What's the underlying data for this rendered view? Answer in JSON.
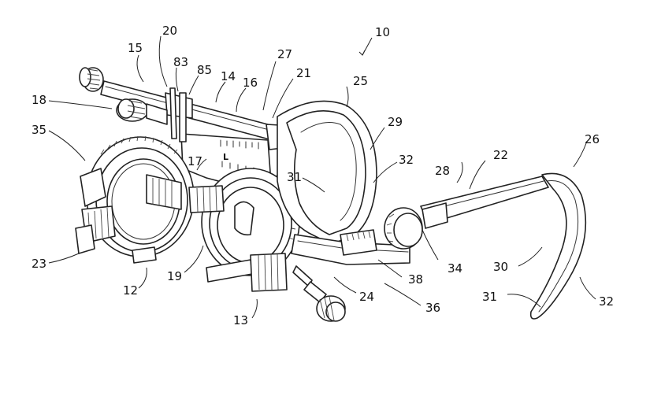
{
  "figure": {
    "reference_numerals": {
      "r10": "10",
      "r12": "12",
      "r13": "13",
      "r14": "14",
      "r15": "15",
      "r16": "16",
      "r17": "17",
      "r18": "18",
      "r19": "19",
      "r20": "20",
      "r21": "21",
      "r22": "22",
      "r23": "23",
      "r24": "24",
      "r25": "25",
      "r26": "26",
      "r27": "27",
      "r28": "28",
      "r29": "29",
      "r30": "30",
      "r31a": "31",
      "r31b": "31",
      "r32a": "32",
      "r32b": "32",
      "r34": "34",
      "r35": "35",
      "r36": "36",
      "r38": "38",
      "r83": "83",
      "r85": "85"
    },
    "scale_mark": "L"
  }
}
